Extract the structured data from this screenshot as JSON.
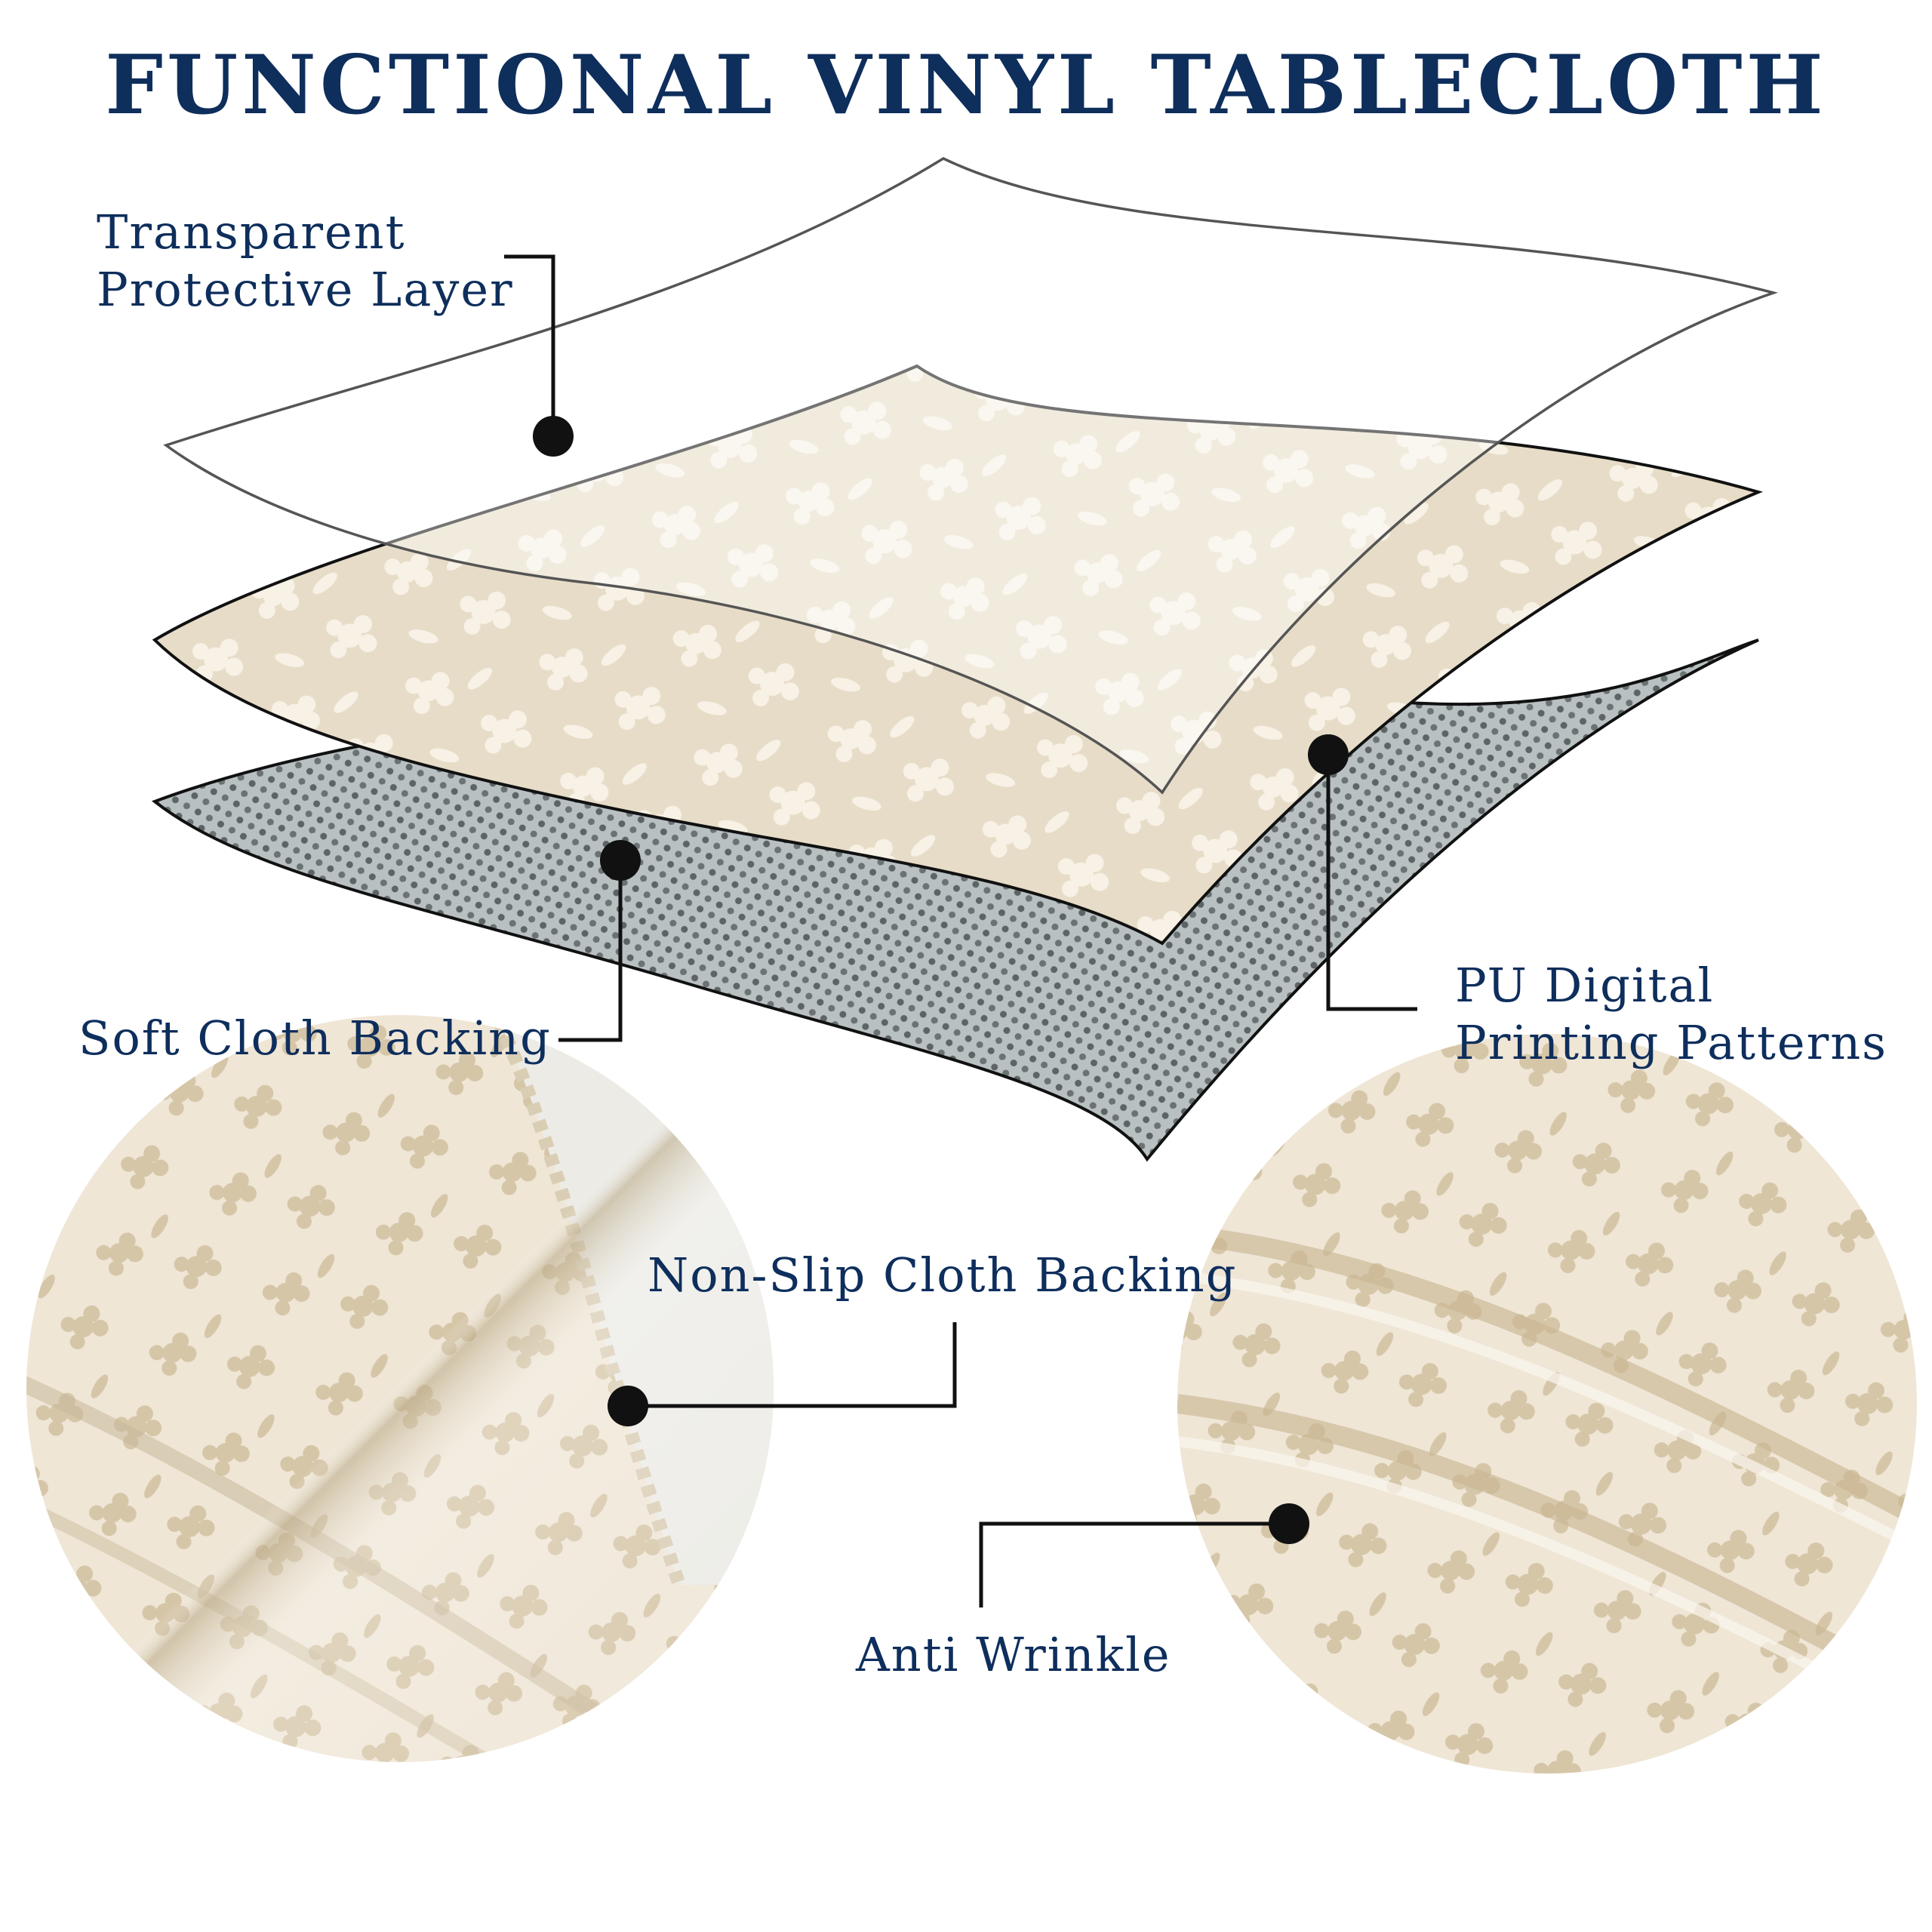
{
  "title": "FUNCTIONAL VINYL TABLECLOTH",
  "colors": {
    "title": "#0e2e5c",
    "label": "#0e2e5c",
    "leader": "#111111",
    "beige": "#e8dcc6",
    "grey_backing": "#a9b2b4"
  },
  "callouts": {
    "transparent_layer": {
      "line1": "Transparent",
      "line2": "Protective Layer"
    },
    "soft_backing": {
      "text": "Soft Cloth Backing"
    },
    "pu_printing": {
      "line1": "PU Digital",
      "line2": "Printing Patterns"
    },
    "non_slip": {
      "text": "Non-Slip Cloth Backing"
    },
    "anti_wrinkle": {
      "text": "Anti Wrinkle"
    }
  },
  "images": {
    "layers": "exploded-layers-illustration",
    "left_circle": "fabric-closeup-lace-edge",
    "right_circle": "fabric-closeup-folded-pleats"
  }
}
